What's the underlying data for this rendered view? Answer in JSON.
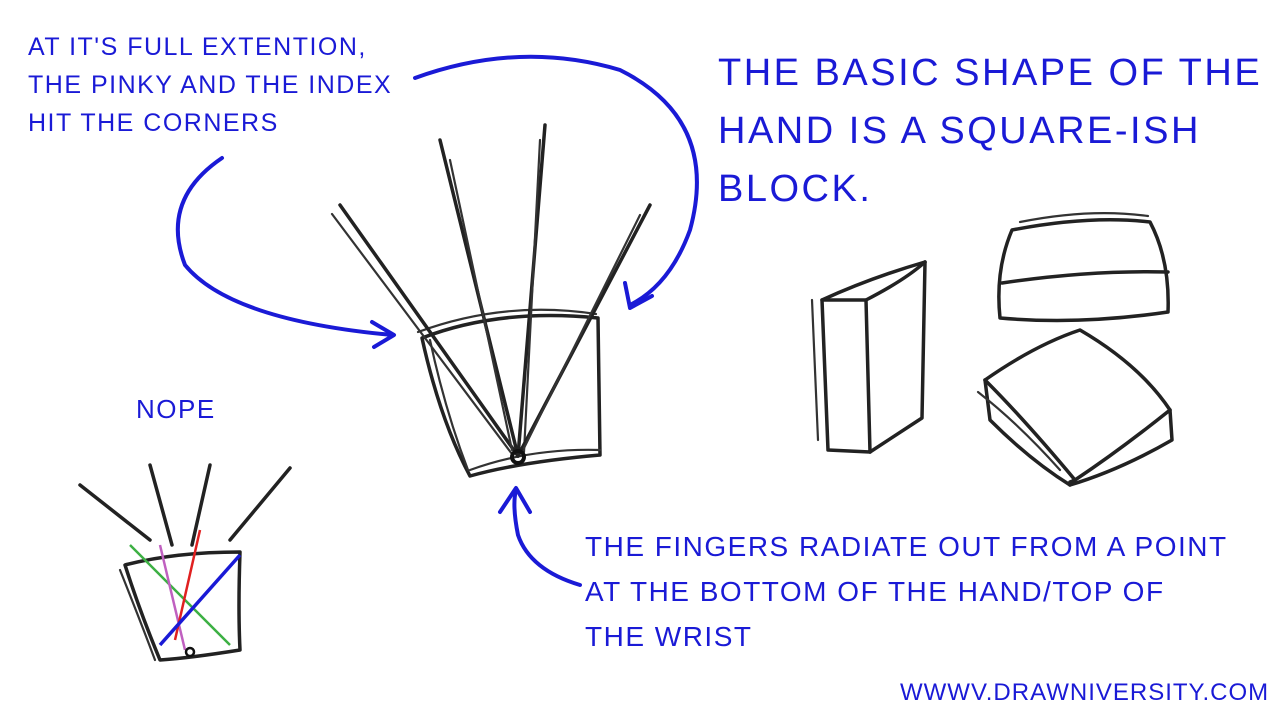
{
  "annotations": {
    "corners_note": "AT IT'S FULL EXTENTION,\nTHE PINKY AND THE INDEX\nHIT THE CORNERS",
    "basic_shape_note": "THE BASIC SHAPE OF THE\nHAND IS A SQUARE-ISH\nBLOCK.",
    "radiate_note": "THE FINGERS RADIATE OUT FROM A POINT\nAT THE BOTTOM OF THE HAND/TOP OF\nTHE WRIST",
    "nope_label": "NOPE"
  },
  "footer": {
    "website": "WWWV.DRAWNIVERSITY.COM"
  },
  "colors": {
    "annotation_blue": "#1a1ad6",
    "sketch_ink": "#222222",
    "wrong_green": "#3cb043",
    "wrong_purple": "#c060c0",
    "wrong_red": "#e02020",
    "wrong_blue": "#1a1ad6"
  }
}
